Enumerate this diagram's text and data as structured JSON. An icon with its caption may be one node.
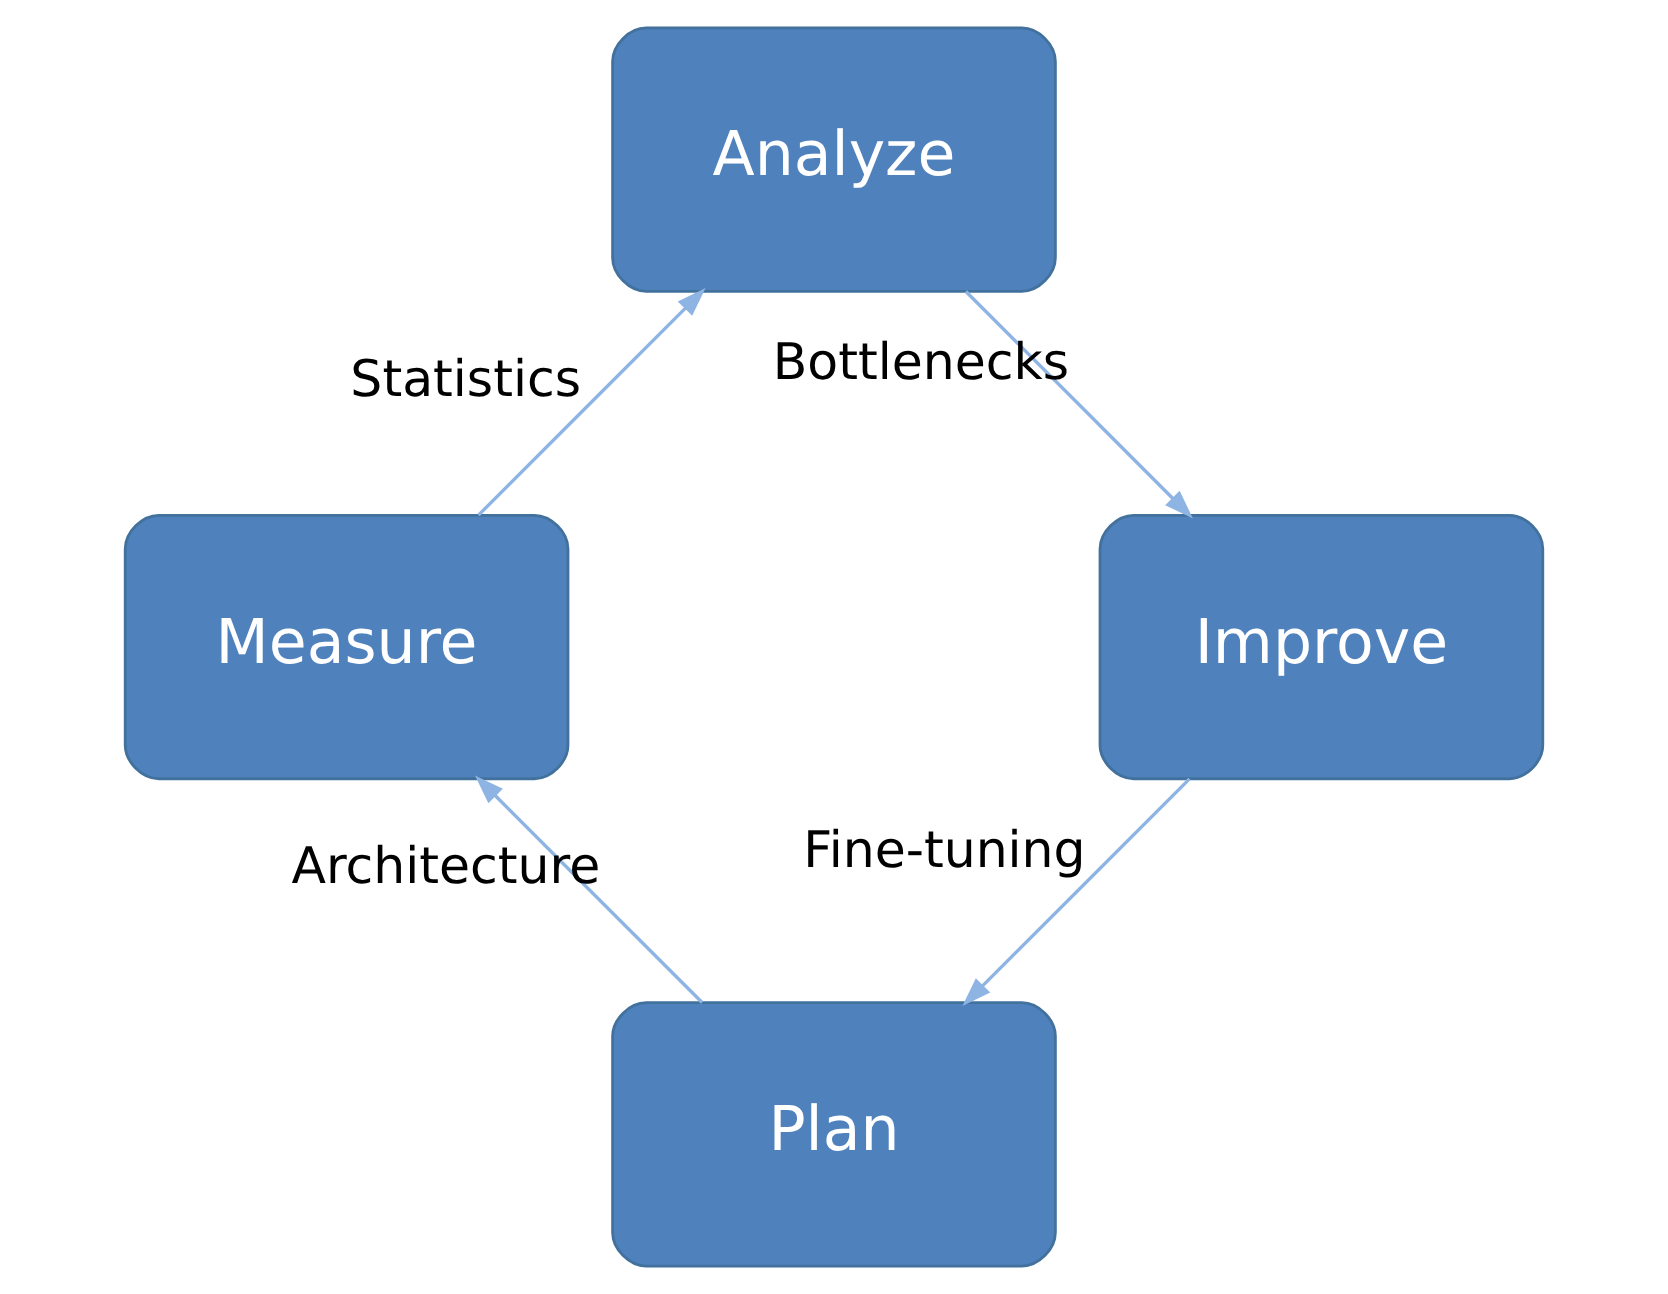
{
  "diagram": {
    "nodes": [
      {
        "text": [
          "Plan"
        ]
      },
      {
        "text": [
          "Measure"
        ]
      },
      {
        "text": [
          "Analyze"
        ]
      },
      {
        "text": [
          "Improve"
        ]
      }
    ],
    "edges": [
      {
        "from": 0,
        "to": 1,
        "arrow": "to",
        "label": "Architecture"
      },
      {
        "from": 1,
        "to": 2,
        "arrow": "to",
        "label": "Statistics"
      },
      {
        "from": 2,
        "to": 3,
        "arrow": "to",
        "label": "Bottlenecks"
      },
      {
        "from": 3,
        "to": 0,
        "arrow": "to",
        "label": "Fine-tuning"
      }
    ]
  }
}
